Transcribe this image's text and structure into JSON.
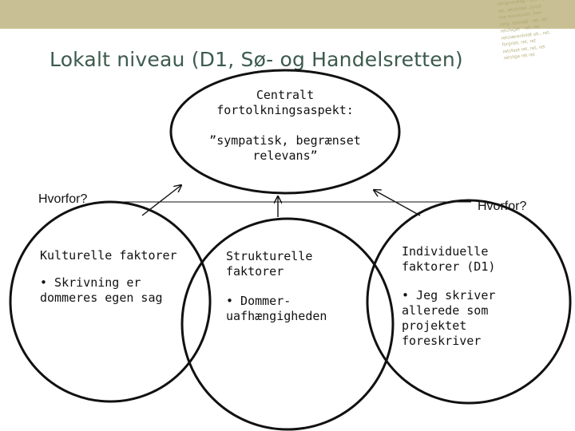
{
  "header": {
    "title": "Lokalt niveau (D1, Sø- og Handelsretten)",
    "bar_color": "#c8c094",
    "title_color": "#3d5a4e",
    "watermark_lines": [
      "retsgrundlag - ret, reg.",
      "ret, retskilder, juridi-",
      "ske ressourcer; kon-",
      "rolig, retsvejl - ret, ret",
      "retsfaget - ret, ret",
      "retslærenbildt ob., ret,",
      "forgriet, ret, ret",
      "retsfaet ret, ret, ret",
      "retslige ret ret"
    ]
  },
  "diagram": {
    "center_heading": "Centralt fortolkningsaspekt:",
    "center_quote": "”sympatisk, begrænset relevans”",
    "left_question": "Hvorfor?",
    "right_question": "Hvorfor?",
    "left_title": "Kulturelle faktorer",
    "left_bullet": "• Skrivning er dommeres egen sag",
    "middle_title": "Strukturelle faktorer",
    "middle_bullet": "• Dommer- uafhængigheden",
    "right_title": "Individuelle faktorer (D1)",
    "right_bullet": "• Jeg skriver allerede som projektet foreskriver"
  }
}
